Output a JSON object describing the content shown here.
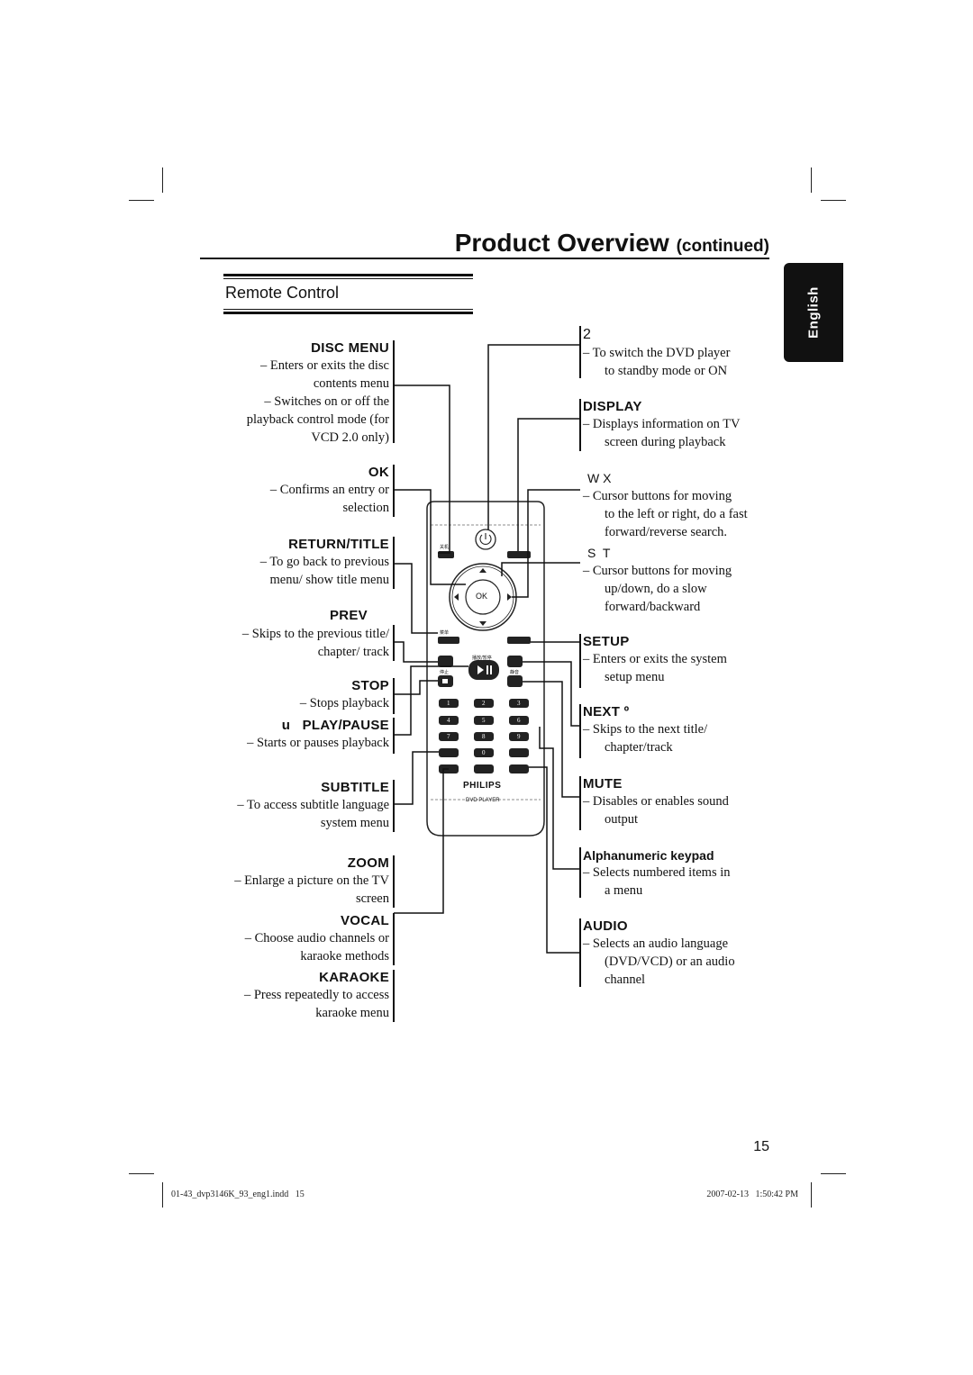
{
  "header": {
    "title": "Product Overview",
    "continued": "(continued)"
  },
  "section": {
    "title": "Remote Control"
  },
  "side_tab": {
    "label": "English"
  },
  "left_labels": [
    {
      "name": "disc-menu",
      "heading": "DISC MENU",
      "lines": [
        "– Enters or exits the disc",
        "contents menu",
        "– Switches on or off the",
        "playback control mode (for",
        "VCD 2.0 only)"
      ]
    },
    {
      "name": "ok",
      "heading": "OK",
      "lines": [
        "– Confirms an entry or",
        "selection"
      ]
    },
    {
      "name": "return-title",
      "heading": "RETURN/TITLE",
      "lines": [
        "– To go back to previous",
        "menu/ show title menu"
      ]
    },
    {
      "name": "prev",
      "heading": "PREV",
      "lines": [
        "– Skips to the previous title/",
        "chapter/ track"
      ]
    },
    {
      "name": "stop",
      "heading": "STOP",
      "lines": [
        "– Stops playback"
      ]
    },
    {
      "name": "play-pause",
      "heading": "u   PLAY/PAUSE",
      "lines": [
        "– Starts or pauses playback"
      ]
    },
    {
      "name": "subtitle",
      "heading": "SUBTITLE",
      "lines": [
        "– To access subtitle language",
        "system menu"
      ]
    },
    {
      "name": "zoom",
      "heading": "ZOOM",
      "lines": [
        "– Enlarge a picture on the TV",
        "screen"
      ]
    },
    {
      "name": "vocal",
      "heading": "VOCAL",
      "lines": [
        "– Choose audio channels or",
        "karaoke methods"
      ]
    },
    {
      "name": "karaoke",
      "heading": "KARAOKE",
      "lines": [
        "– Press repeatedly to access",
        "karaoke menu"
      ]
    }
  ],
  "right_labels": [
    {
      "name": "power",
      "heading": "2",
      "lines": [
        "–   To switch the DVD player",
        "to standby mode or ON"
      ]
    },
    {
      "name": "display",
      "heading": "DISPLAY",
      "lines": [
        "–   Displays information on TV",
        "screen during playback"
      ]
    },
    {
      "name": "left-right",
      "heading": "W X",
      "lines": [
        "–   Cursor buttons for moving",
        "to the left or right, do a fast",
        "forward/reverse search."
      ]
    },
    {
      "name": "up-down",
      "heading": "S  T",
      "lines": [
        "–   Cursor buttons for moving",
        "up/down, do a slow",
        "forward/backward"
      ]
    },
    {
      "name": "setup",
      "heading": "SETUP",
      "lines": [
        "–   Enters or exits the system",
        "setup menu"
      ]
    },
    {
      "name": "next",
      "heading": "NEXT º",
      "lines": [
        "–   Skips to the next title/",
        "chapter/track"
      ]
    },
    {
      "name": "mute",
      "heading": "MUTE",
      "lines": [
        "–   Disables or enables sound",
        "output"
      ]
    },
    {
      "name": "alphanumeric-keypad",
      "heading": "Alphanumeric keypad",
      "lines": [
        "–   Selects numbered items in",
        "a menu"
      ]
    },
    {
      "name": "audio",
      "heading": "AUDIO",
      "lines": [
        "–   Selects an audio language",
        "(DVD/VCD) or an audio",
        "channel"
      ]
    }
  ],
  "remote": {
    "brand": "PHILIPS",
    "model": "DVD PLAYER",
    "ok_label": "OK",
    "power_cn": "关机",
    "menu_cn": "菜单",
    "play_cn": "播放/暂停",
    "stop_cn": "停止",
    "mute_cn": "静音",
    "digits": [
      "1",
      "2",
      "3",
      "4",
      "5",
      "6",
      "7",
      "8",
      "9",
      "",
      "0",
      ""
    ]
  },
  "page_number": "15",
  "footer": {
    "file": "01-43_dvp3146K_93_eng1.indd   15",
    "timestamp": "2007-02-13   1:50:42 PM"
  }
}
